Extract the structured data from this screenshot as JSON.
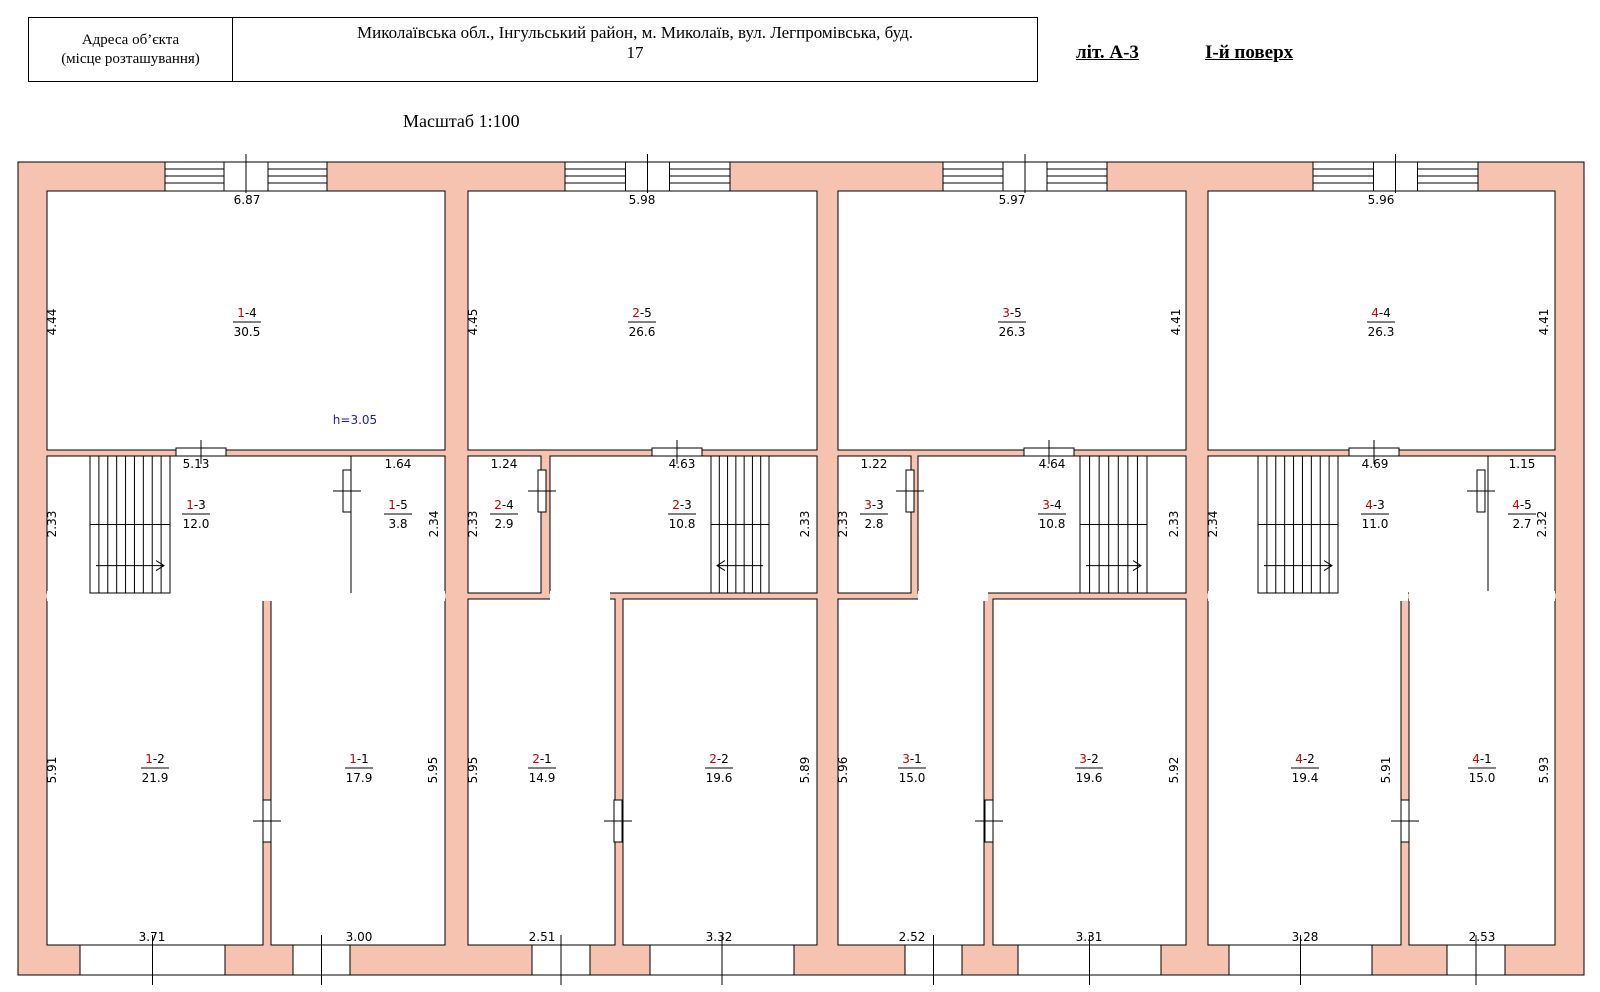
{
  "header": {
    "address_label_line1": "Адреса об’єкта",
    "address_label_line2": "(місце розташування)",
    "address_line1": "Миколаївська обл., Інгульський район, м. Миколаїв, вул. Легпромівська, буд.",
    "address_line2": "17",
    "lit": "літ. А-3",
    "floor": "I-й поверх"
  },
  "scale_label": "Масштаб 1:100",
  "height_label": "h=3.05",
  "colors": {
    "wall": "#f6c3b1",
    "line": "#000000",
    "number_red": "#c00000",
    "height_blue": "#1a1ab0"
  },
  "rooms": [
    {
      "unit": "1",
      "room": "4",
      "area": "30.5"
    },
    {
      "unit": "1",
      "room": "3",
      "area": "12.0"
    },
    {
      "unit": "1",
      "room": "5",
      "area": "3.8"
    },
    {
      "unit": "1",
      "room": "2",
      "area": "21.9"
    },
    {
      "unit": "1",
      "room": "1",
      "area": "17.9"
    },
    {
      "unit": "2",
      "room": "5",
      "area": "26.6"
    },
    {
      "unit": "2",
      "room": "4",
      "area": "2.9"
    },
    {
      "unit": "2",
      "room": "3",
      "area": "10.8"
    },
    {
      "unit": "2",
      "room": "1",
      "area": "14.9"
    },
    {
      "unit": "2",
      "room": "2",
      "area": "19.6"
    },
    {
      "unit": "3",
      "room": "5",
      "area": "26.3"
    },
    {
      "unit": "3",
      "room": "3",
      "area": "2.8"
    },
    {
      "unit": "3",
      "room": "4",
      "area": "10.8"
    },
    {
      "unit": "3",
      "room": "1",
      "area": "15.0"
    },
    {
      "unit": "3",
      "room": "2",
      "area": "19.6"
    },
    {
      "unit": "4",
      "room": "4",
      "area": "26.3"
    },
    {
      "unit": "4",
      "room": "3",
      "area": "11.0"
    },
    {
      "unit": "4",
      "room": "5",
      "area": "2.7"
    },
    {
      "unit": "4",
      "room": "2",
      "area": "19.4"
    },
    {
      "unit": "4",
      "room": "1",
      "area": "15.0"
    }
  ],
  "dims_h": [
    "6.87",
    "5.98",
    "5.97",
    "5.96",
    "5.13",
    "1.64",
    "1.24",
    "4.63",
    "1.22",
    "4.64",
    "4.69",
    "1.15",
    "3.71",
    "3.00",
    "2.51",
    "3.32",
    "2.52",
    "3.31",
    "3.28",
    "2.53"
  ],
  "dims_v": [
    "4.44",
    "4.45",
    "4.41",
    "4.41",
    "2.33",
    "2.34",
    "2.33",
    "2.33",
    "2.33",
    "2.33",
    "2.34",
    "2.32",
    "5.91",
    "5.95",
    "5.95",
    "5.89",
    "5.96",
    "5.92",
    "5.91",
    "5.93"
  ]
}
